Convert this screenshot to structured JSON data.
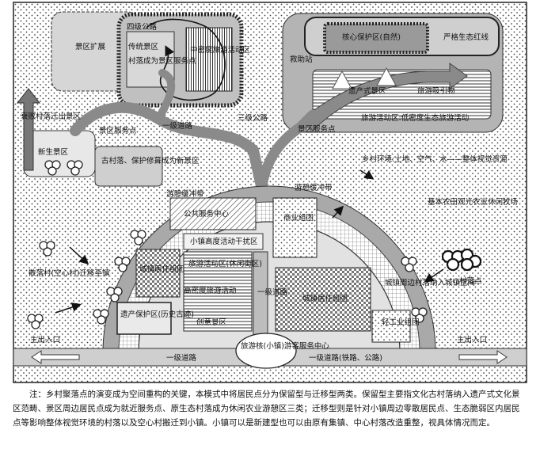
{
  "diagram": {
    "labels": {
      "county_road": "四级公路",
      "traditional_area": "传统景区",
      "village_to_scenic": "村落成为景区服务点",
      "mid_density": "中密度旅游活动区",
      "scenic_expansion": "景区扩展",
      "core_protection": "核心保护区(自然)",
      "strict_redline": "严格生态红线",
      "rescue_station": "救助站",
      "heritage_area": "遗产式景区",
      "tourist_attraction": "旅游吸引物",
      "declining_village": "衰败村落迁出景区",
      "scenic_service_pt_left": "景区服务点",
      "new_scenic_area": "新生景区",
      "first_road": "一级道路",
      "third_road": "三级公路",
      "scenic_service_pt_right": "景区服务点",
      "low_density": "旅游活动区:低密度生态旅游活动",
      "ancient_village": "古村落、保护修葺成为新景区",
      "rural_env": "乡村环境:土地、空气、水——整体视觉资源",
      "buffer_left": "游憩缓冲带",
      "buffer_right": "游憩缓冲带",
      "public_center": "公共服务中心",
      "commerce": "商业组团",
      "basic_farmland": "基本农田观光农业休闲牧场",
      "town_interference": "小镇高度活动干扰区",
      "scattered_village": "散落村(空心村)迁移至镇",
      "town_residence_left": "城镇居住组团",
      "tour_activity_zone": "旅游活动区(休闲街区)",
      "high_density": "高密度旅游活动",
      "town_residence_mid": "城镇居住组团",
      "town_edge": "城镇周边村落纳入城镇空间",
      "village_point": "村落点",
      "primary_road_center": "一级道路",
      "light_industry": "轻工业组团",
      "heritage_protect": "遗产保护区(历史古迹)",
      "creative_district": "创意景区",
      "main_entrance_left": "主出入口",
      "main_entrance_right": "主出入口",
      "tourism_core": "旅游核(小镇)游客服务中心",
      "primary_road_bottom_left": "一级道路",
      "primary_road_bottom_right": "一级道路(铁路、公路)"
    }
  },
  "caption": "注：乡村聚落点的演变成为空间重构的关键，本模式中将居民点分为保留型与迁移型两类。保留型主要指文化古村落纳入遗产式文化景区范畴、景区周边居民点成为就近服务点、原生态村落成为休闲农业游憩区三类；迁移型则是针对小镇周边零散居民点、生态脆弱区内居民点等影响整体视觉环境的村落以及空心村搬迁到小镇。小镇可以是新建型也可以由原有集镇、中心村落改造重整，视具体情况而定。"
}
